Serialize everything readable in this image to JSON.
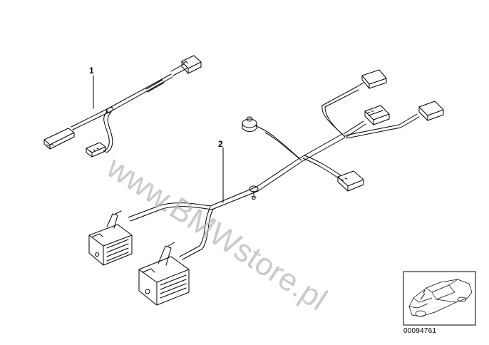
{
  "diagram": {
    "callouts": [
      "1",
      "2"
    ],
    "reference_number": "00094761",
    "watermark": "www.BMWstore.pl"
  },
  "colors": {
    "line": "#000000",
    "watermark": "#b9b9b9",
    "background": "#ffffff"
  },
  "icons": [
    "wiring-harness",
    "connector-plug",
    "car-thumbnail"
  ]
}
